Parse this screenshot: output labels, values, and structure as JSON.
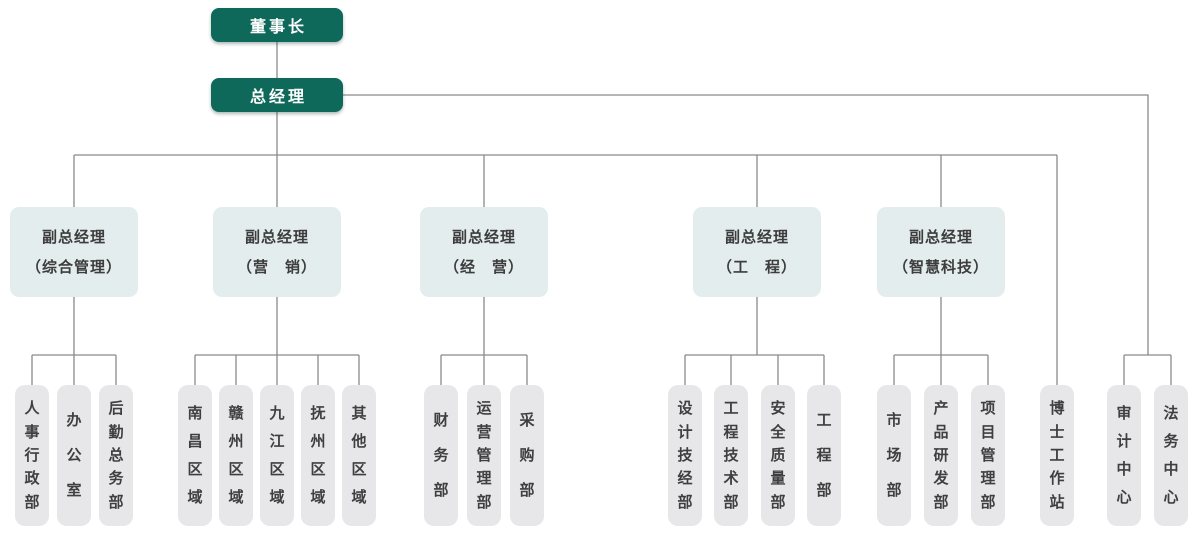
{
  "org": {
    "chairman": "董事长",
    "general_manager": "总经理",
    "deputies": [
      {
        "title": "副总经理",
        "scope": "（综合管理）",
        "children": [
          "人事行政部",
          "办公室",
          "后勤总务部"
        ]
      },
      {
        "title": "副总经理",
        "scope": "（营　销）",
        "children": [
          "南昌区域",
          "赣州区域",
          "九江区域",
          "抚州区域",
          "其他区域"
        ]
      },
      {
        "title": "副总经理",
        "scope": "（经　营）",
        "children": [
          "财务部",
          "运营管理部",
          "采购部"
        ]
      },
      {
        "title": "副总经理",
        "scope": "（工　程）",
        "children": [
          "设计技经部",
          "工程技术部",
          "安全质量部",
          "工程部"
        ]
      },
      {
        "title": "副总经理",
        "scope": "（智慧科技）",
        "children": [
          "市场部",
          "产品研发部",
          "项目管理部"
        ]
      }
    ],
    "station": "博士工作站",
    "gm_units": [
      "审计中心",
      "法务中心"
    ],
    "colors": {
      "primary_teal": "#0e695a",
      "deputy_box_bg": "#e4edee",
      "dept_box_bg": "#e7e7e9",
      "connector_line": "#8a8a8a",
      "text_dark": "#3d3d3d"
    }
  }
}
